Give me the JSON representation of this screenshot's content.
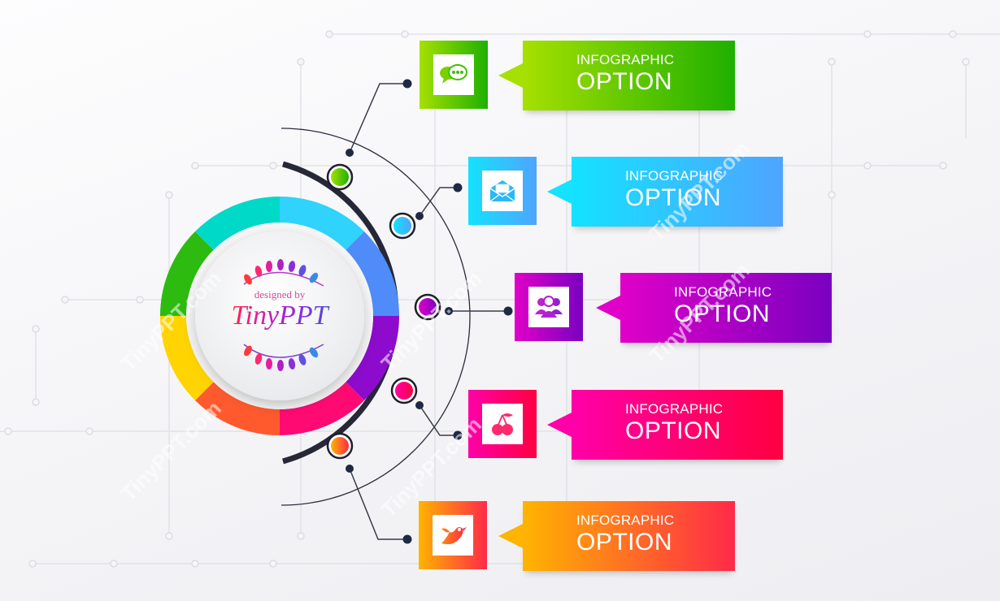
{
  "center": {
    "designed_by": "designed by",
    "brand": "TinyPPT"
  },
  "watermark": "TinyPPT.com",
  "ring_segments": [
    {
      "name": "cyan",
      "colors": [
        "#00cfb0",
        "#00e5f5"
      ]
    },
    {
      "name": "sky",
      "colors": [
        "#2ed1ff",
        "#3fb6ff"
      ]
    },
    {
      "name": "blue",
      "colors": [
        "#5a6cf7",
        "#4aa6ff"
      ]
    },
    {
      "name": "purple",
      "colors": [
        "#8a00c7",
        "#9a1fe0"
      ]
    },
    {
      "name": "pink",
      "colors": [
        "#ff0060",
        "#ff00a0"
      ]
    },
    {
      "name": "orange",
      "colors": [
        "#ff8a1f",
        "#ff3040"
      ]
    },
    {
      "name": "yellow",
      "colors": [
        "#ffe000",
        "#ffb800"
      ]
    },
    {
      "name": "green",
      "colors": [
        "#1db000",
        "#7ad600"
      ]
    }
  ],
  "options": [
    {
      "small": "INFOGRAPHIC",
      "big": "OPTION",
      "icon": "chat-bubbles-icon",
      "from": "#a6e000",
      "to": "#1fb000",
      "node": "#7bd000"
    },
    {
      "small": "INFOGRAPHIC",
      "big": "OPTION",
      "icon": "open-envelope-icon",
      "from": "#14e2ff",
      "to": "#4fa4ff",
      "node": "#2ec8ff"
    },
    {
      "small": "INFOGRAPHIC",
      "big": "OPTION",
      "icon": "user-group-icon",
      "from": "#e000c8",
      "to": "#7a00c0",
      "node": "#b000d8"
    },
    {
      "small": "INFOGRAPHIC",
      "big": "OPTION",
      "icon": "cherries-icon",
      "from": "#ff00a8",
      "to": "#ff0040",
      "node": "#ff0a78"
    },
    {
      "small": "INFOGRAPHIC",
      "big": "OPTION",
      "icon": "bird-icon",
      "from": "#ffb400",
      "to": "#ff2a48",
      "node": "#ff8a20"
    }
  ]
}
